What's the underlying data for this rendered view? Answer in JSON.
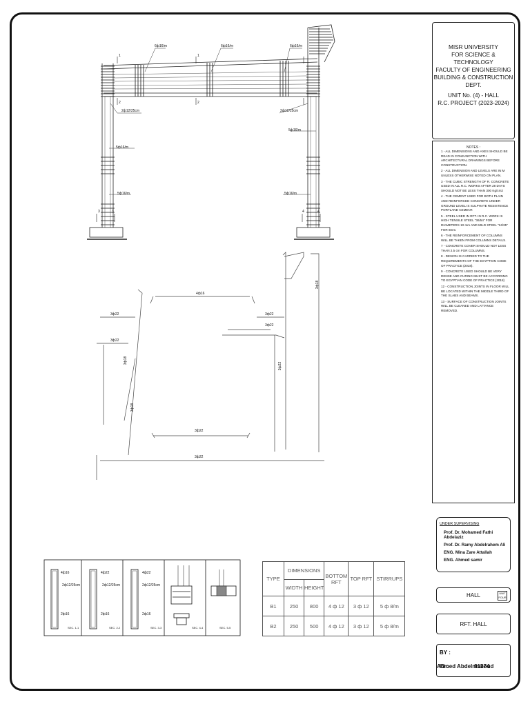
{
  "title_block": {
    "university_1": "MISR UNIVERSITY",
    "university_2": "FOR SCIENCE & TECHNOLOGY",
    "faculty": "FACULTY OF ENGINEERING",
    "dept": "BUILDING & CONSTRUCTION DEPT.",
    "unit": "UNIT No. (4) - HALL",
    "project": "R.C. PROJECT (2023-2024)"
  },
  "notes": {
    "title": "NOTES :",
    "items": [
      "1 - ALL DIMENSIONS AND AXES SHOULD BE READ IN CONJUNCTION WITH ARCHITECTURAL DRAWINGS BEFORE CONSTRUCTION.",
      "2 - ALL DIMENSION AND LEVELS ARE IN M UNLESS OTHERWISE NOTED ON PLAN.",
      "3 - THE CUBIC STRENGTH OF R. CONCRETE USED IN ALL R.C. WORKS AFTER 28 DAYS SHOULD NOT BE LESS THAN 300 Kg/cm2",
      "4 - THE CEMENT USED FOR BOTH PLAIN AND REINFORCED CONCRETE UNDER GROUND LEVEL IS SULPHATE RESISTENCE PORTLAND CEMENT.",
      "5 - STEEL USED IN RFT. IN R.C. WORK IS HIGH TENSILE STEEL \"36/54\" FOR DIAMETERS 10 mm AND MILD STEEL \"24/35\" FOR 8mm.",
      "6 - THE REINFORCEMENT OF COLUMNS WILL BE TAKEN FROM COLUMNS DETAILS.",
      "7 - CONCRETE COVER SHOULD NOT LESS THAN 2.5 cm FOR COLUMNS.",
      "8 - DESIGN IS CARRIED TO THE REQUIREMENTS OF THE EGYPTION CODE OF PRACTICE (2018).",
      "9 - CONCRETE USED SHOULD BE VERY DENSE AND CURING MUST BE ACCORDING TO EGYPTIAN CODE OF PRACTICE (2018)",
      "12 - CONSTRUCTION JOINTS IN FLOOR WILL BE LOCATED WITHIN THE MIDDLE THIRD OF THE SLABS AND BEAMS.",
      "13 - SURFACE OF CONSTRUCTION JOINTS WILL BE CLEANED AND LATTANCE REMOVED."
    ]
  },
  "supervising": {
    "title": "UNDER SUPERVISING",
    "names": [
      "Prof. Dr. Mohamed Fathi Abdelaziz",
      "Prof. Dr. Ramy Abdelrahem Ali",
      "ENG. Mina Zare Attallah",
      "ENG. Ahmed samir"
    ]
  },
  "sheet": {
    "name": "HALL",
    "unit_tag": "UNIT FOUR",
    "drawing": "RFT. HALL"
  },
  "author": {
    "by_label": "BY :",
    "by": "Ahmed Abdelmaboud",
    "id_label": "ID :",
    "id": "91274"
  },
  "schedule": {
    "headers": [
      "TYPE",
      "DIMENSIONS",
      "BOTTOM RFT",
      "TOP RFT",
      "STIRRUPS"
    ],
    "subheaders": [
      "WIDTH",
      "HEIGHT"
    ],
    "rows": [
      [
        "B1",
        "250",
        "800",
        "4 ф 12",
        "3 ф 12",
        "5 ф 8/m"
      ],
      [
        "B2",
        "250",
        "500",
        "4 ф 12",
        "3 ф 12",
        "5 ф 8/m"
      ]
    ]
  },
  "frame_labels": {
    "top_bar_1": "6ф16/m",
    "top_bar_2": "6ф16/m",
    "top_bar_3": "6ф16/m",
    "stirrup_l": "2ф12/25cm",
    "stirrup_r": "2ф12/25cm",
    "col_l1": "5ф16/m",
    "col_l2": "5ф16/m",
    "col_r1": "5ф16/m",
    "col_r2": "5ф16/m",
    "sec": [
      "1",
      "1",
      "2",
      "2",
      "3",
      "3",
      "4",
      "4"
    ]
  },
  "bar_labels": {
    "top": "4ф16",
    "b1": "3ф22",
    "b2": "3ф22",
    "b3": "3ф22",
    "b4": "3ф22",
    "b5": "3ф22",
    "bottom": "3ф22",
    "v1": "3ф18",
    "v2": "3ф18",
    "v3": "3ф22",
    "v4": "3ф18"
  },
  "sections": [
    "SEC. 1-1",
    "SEC. 2-2",
    "SEC. 3-3",
    "SEC. 4-4",
    "SEC. 5-5"
  ],
  "section_bars": [
    "4ф16",
    "4ф22",
    "4ф22",
    "2ф12/25cm",
    "2ф12/25cm",
    "2ф12/25cm",
    "2ф16",
    "2ф16",
    "2ф16"
  ]
}
